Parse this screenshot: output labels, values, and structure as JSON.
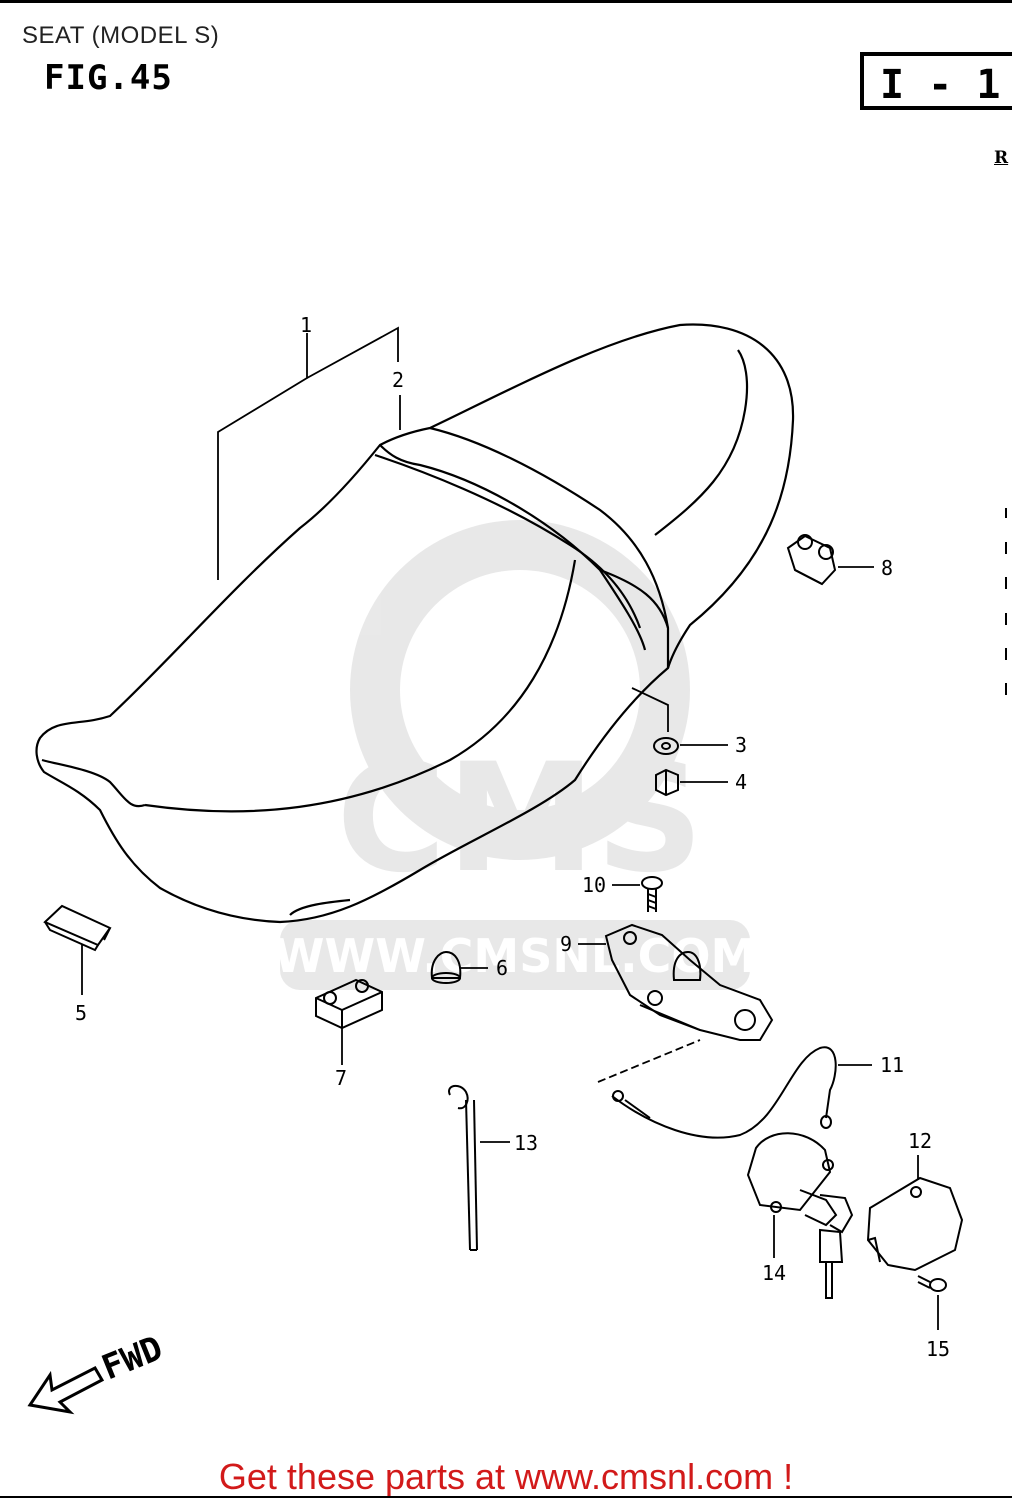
{
  "header": {
    "title": "SEAT (MODEL S)",
    "figure": "FIG.45",
    "section": "I - 1",
    "edge_text": "R"
  },
  "watermark": {
    "text": "CMS",
    "url": "WWW.CMSNL.COM"
  },
  "callouts": [
    "1",
    "2",
    "3",
    "4",
    "5",
    "6",
    "7",
    "8",
    "9",
    "10",
    "11",
    "12",
    "13",
    "14",
    "15"
  ],
  "direction_label": "FWD",
  "footer": {
    "text": "Get these parts at www.cmsnl.com !",
    "color": "#d21a1a"
  }
}
